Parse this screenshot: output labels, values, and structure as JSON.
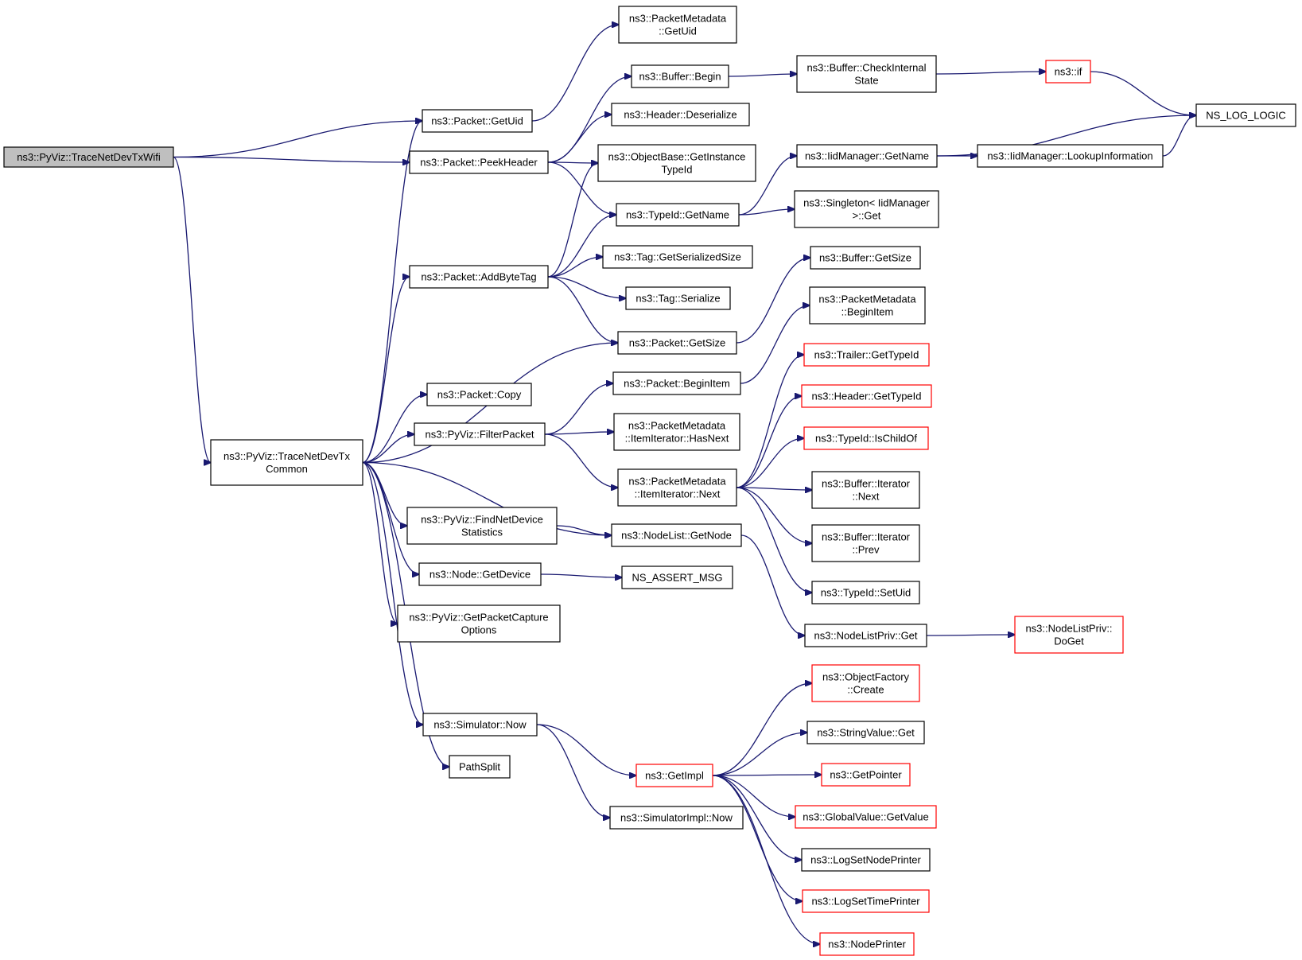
{
  "colors": {
    "edge": "#191970",
    "box_border": "#000000",
    "box_border_truncated": "#ff0000",
    "root_fill": "#bfbfbf",
    "box_fill": "#ffffff"
  },
  "graph": {
    "nodes": [
      {
        "id": "root",
        "lines": [
          "ns3::PyViz::TraceNetDevTxWifi"
        ],
        "style": "root"
      },
      {
        "id": "common",
        "lines": [
          "ns3::PyViz::TraceNetDevTx",
          "Common"
        ],
        "style": "normal"
      },
      {
        "id": "getuid",
        "lines": [
          "ns3::Packet::GetUid"
        ],
        "style": "normal"
      },
      {
        "id": "peekheader",
        "lines": [
          "ns3::Packet::PeekHeader"
        ],
        "style": "normal"
      },
      {
        "id": "addbytetag",
        "lines": [
          "ns3::Packet::AddByteTag"
        ],
        "style": "normal"
      },
      {
        "id": "copy",
        "lines": [
          "ns3::Packet::Copy"
        ],
        "style": "normal"
      },
      {
        "id": "filterpacket",
        "lines": [
          "ns3::PyViz::FilterPacket"
        ],
        "style": "normal"
      },
      {
        "id": "findnetdev",
        "lines": [
          "ns3::PyViz::FindNetDevice",
          "Statistics"
        ],
        "style": "normal"
      },
      {
        "id": "getdevice",
        "lines": [
          "ns3::Node::GetDevice"
        ],
        "style": "normal"
      },
      {
        "id": "getcapture",
        "lines": [
          "ns3::PyViz::GetPacketCapture",
          "Options"
        ],
        "style": "normal"
      },
      {
        "id": "simnow",
        "lines": [
          "ns3::Simulator::Now"
        ],
        "style": "normal"
      },
      {
        "id": "pathsplit",
        "lines": [
          "PathSplit"
        ],
        "style": "normal"
      },
      {
        "id": "pm_getuid",
        "lines": [
          "ns3::PacketMetadata",
          "::GetUid"
        ],
        "style": "normal"
      },
      {
        "id": "bufbegin",
        "lines": [
          "ns3::Buffer::Begin"
        ],
        "style": "normal"
      },
      {
        "id": "hdrdeser",
        "lines": [
          "ns3::Header::Deserialize"
        ],
        "style": "normal"
      },
      {
        "id": "objbase",
        "lines": [
          "ns3::ObjectBase::GetInstance",
          "TypeId"
        ],
        "style": "normal"
      },
      {
        "id": "typeid_getname",
        "lines": [
          "ns3::TypeId::GetName"
        ],
        "style": "normal"
      },
      {
        "id": "tag_size",
        "lines": [
          "ns3::Tag::GetSerializedSize"
        ],
        "style": "normal"
      },
      {
        "id": "tag_ser",
        "lines": [
          "ns3::Tag::Serialize"
        ],
        "style": "normal"
      },
      {
        "id": "pkt_getsize",
        "lines": [
          "ns3::Packet::GetSize"
        ],
        "style": "normal"
      },
      {
        "id": "pkt_beginitem",
        "lines": [
          "ns3::Packet::BeginItem"
        ],
        "style": "normal"
      },
      {
        "id": "pm_hasnext",
        "lines": [
          "ns3::PacketMetadata",
          "::ItemIterator::HasNext"
        ],
        "style": "normal"
      },
      {
        "id": "pm_next",
        "lines": [
          "ns3::PacketMetadata",
          "::ItemIterator::Next"
        ],
        "style": "normal"
      },
      {
        "id": "nodelist_getnode",
        "lines": [
          "ns3::NodeList::GetNode"
        ],
        "style": "normal"
      },
      {
        "id": "assert",
        "lines": [
          "NS_ASSERT_MSG"
        ],
        "style": "normal"
      },
      {
        "id": "getimpl",
        "lines": [
          "ns3::GetImpl"
        ],
        "style": "truncated"
      },
      {
        "id": "simimpl_now",
        "lines": [
          "ns3::SimulatorImpl::Now"
        ],
        "style": "normal"
      },
      {
        "id": "checkinternal",
        "lines": [
          "ns3::Buffer::CheckInternal",
          "State"
        ],
        "style": "normal"
      },
      {
        "id": "iid_getname",
        "lines": [
          "ns3::IidManager::GetName"
        ],
        "style": "normal"
      },
      {
        "id": "singleton",
        "lines": [
          "ns3::Singleton< IidManager",
          ">::Get"
        ],
        "style": "normal"
      },
      {
        "id": "buf_getsize",
        "lines": [
          "ns3::Buffer::GetSize"
        ],
        "style": "normal"
      },
      {
        "id": "pm_beginitem",
        "lines": [
          "ns3::PacketMetadata",
          "::BeginItem"
        ],
        "style": "normal"
      },
      {
        "id": "trailer_typeid",
        "lines": [
          "ns3::Trailer::GetTypeId"
        ],
        "style": "truncated"
      },
      {
        "id": "header_typeid",
        "lines": [
          "ns3::Header::GetTypeId"
        ],
        "style": "truncated"
      },
      {
        "id": "ischildof",
        "lines": [
          "ns3::TypeId::IsChildOf"
        ],
        "style": "truncated"
      },
      {
        "id": "bufit_next",
        "lines": [
          "ns3::Buffer::Iterator",
          "::Next"
        ],
        "style": "normal"
      },
      {
        "id": "bufit_prev",
        "lines": [
          "ns3::Buffer::Iterator",
          "::Prev"
        ],
        "style": "normal"
      },
      {
        "id": "setuid",
        "lines": [
          "ns3::TypeId::SetUid"
        ],
        "style": "normal"
      },
      {
        "id": "nlp_get",
        "lines": [
          "ns3::NodeListPriv::Get"
        ],
        "style": "normal"
      },
      {
        "id": "objfactory",
        "lines": [
          "ns3::ObjectFactory",
          "::Create"
        ],
        "style": "truncated"
      },
      {
        "id": "stringvalue",
        "lines": [
          "ns3::StringValue::Get"
        ],
        "style": "normal"
      },
      {
        "id": "getpointer",
        "lines": [
          "ns3::GetPointer"
        ],
        "style": "truncated"
      },
      {
        "id": "globalvalue",
        "lines": [
          "ns3::GlobalValue::GetValue"
        ],
        "style": "truncated"
      },
      {
        "id": "lognode",
        "lines": [
          "ns3::LogSetNodePrinter"
        ],
        "style": "normal"
      },
      {
        "id": "logtime",
        "lines": [
          "ns3::LogSetTimePrinter"
        ],
        "style": "truncated"
      },
      {
        "id": "nodeprinter",
        "lines": [
          "ns3::NodePrinter"
        ],
        "style": "truncated"
      },
      {
        "id": "if",
        "lines": [
          "ns3::if"
        ],
        "style": "truncated"
      },
      {
        "id": "iid_lookup",
        "lines": [
          "ns3::IidManager::LookupInformation"
        ],
        "style": "normal"
      },
      {
        "id": "nlp_doget",
        "lines": [
          "ns3::NodeListPriv::",
          "DoGet"
        ],
        "style": "truncated"
      },
      {
        "id": "nslog",
        "lines": [
          "NS_LOG_LOGIC"
        ],
        "style": "normal"
      }
    ],
    "edges": [
      [
        "root",
        "getuid"
      ],
      [
        "root",
        "peekheader"
      ],
      [
        "root",
        "common"
      ],
      [
        "common",
        "getuid"
      ],
      [
        "common",
        "addbytetag"
      ],
      [
        "common",
        "pkt_getsize"
      ],
      [
        "common",
        "copy"
      ],
      [
        "common",
        "filterpacket"
      ],
      [
        "common",
        "nodelist_getnode"
      ],
      [
        "common",
        "findnetdev"
      ],
      [
        "common",
        "getdevice"
      ],
      [
        "common",
        "getcapture"
      ],
      [
        "common",
        "simnow"
      ],
      [
        "common",
        "pathsplit"
      ],
      [
        "getuid",
        "pm_getuid"
      ],
      [
        "peekheader",
        "bufbegin"
      ],
      [
        "peekheader",
        "hdrdeser"
      ],
      [
        "peekheader",
        "objbase"
      ],
      [
        "peekheader",
        "typeid_getname"
      ],
      [
        "addbytetag",
        "objbase"
      ],
      [
        "addbytetag",
        "typeid_getname"
      ],
      [
        "addbytetag",
        "tag_size"
      ],
      [
        "addbytetag",
        "tag_ser"
      ],
      [
        "addbytetag",
        "pkt_getsize"
      ],
      [
        "filterpacket",
        "pkt_beginitem"
      ],
      [
        "filterpacket",
        "pm_hasnext"
      ],
      [
        "filterpacket",
        "pm_next"
      ],
      [
        "findnetdev",
        "nodelist_getnode"
      ],
      [
        "getdevice",
        "assert"
      ],
      [
        "simnow",
        "getimpl"
      ],
      [
        "simnow",
        "simimpl_now"
      ],
      [
        "bufbegin",
        "checkinternal"
      ],
      [
        "checkinternal",
        "if"
      ],
      [
        "if",
        "nslog"
      ],
      [
        "typeid_getname",
        "iid_getname"
      ],
      [
        "typeid_getname",
        "singleton"
      ],
      [
        "iid_getname",
        "nslog"
      ],
      [
        "iid_getname",
        "iid_lookup"
      ],
      [
        "iid_lookup",
        "nslog"
      ],
      [
        "pkt_getsize",
        "buf_getsize"
      ],
      [
        "pkt_beginitem",
        "pm_beginitem"
      ],
      [
        "pm_next",
        "trailer_typeid"
      ],
      [
        "pm_next",
        "header_typeid"
      ],
      [
        "pm_next",
        "ischildof"
      ],
      [
        "pm_next",
        "bufit_next"
      ],
      [
        "pm_next",
        "bufit_prev"
      ],
      [
        "pm_next",
        "setuid"
      ],
      [
        "nodelist_getnode",
        "nlp_get"
      ],
      [
        "nlp_get",
        "nlp_doget"
      ],
      [
        "getimpl",
        "objfactory"
      ],
      [
        "getimpl",
        "stringvalue"
      ],
      [
        "getimpl",
        "getpointer"
      ],
      [
        "getimpl",
        "globalvalue"
      ],
      [
        "getimpl",
        "lognode"
      ],
      [
        "getimpl",
        "logtime"
      ],
      [
        "getimpl",
        "nodeprinter"
      ]
    ]
  }
}
